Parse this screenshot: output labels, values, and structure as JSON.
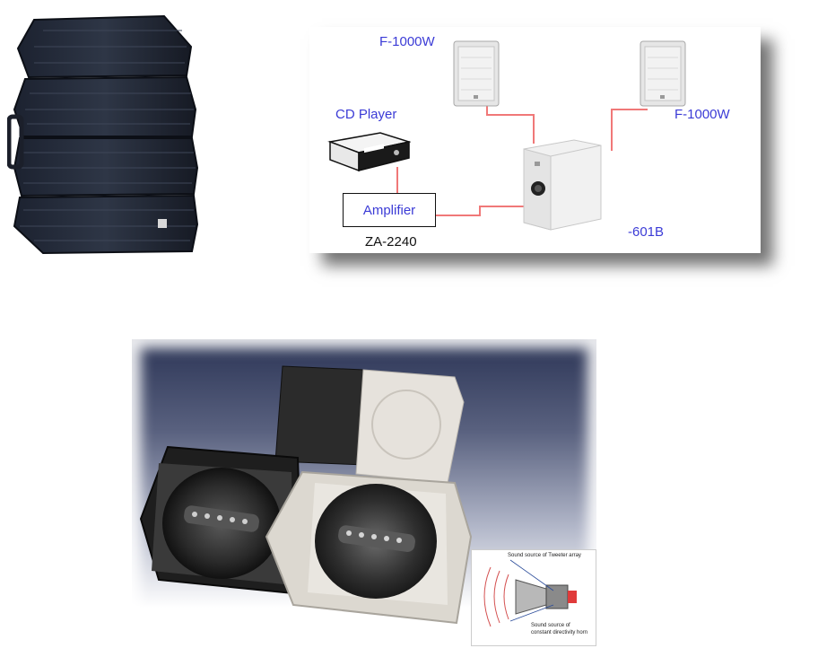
{
  "diagram": {
    "speaker_left_label": "F-1000W",
    "speaker_right_label": "F-1000W",
    "cd_player_label": "CD Player",
    "amplifier_label": "Amplifier",
    "amplifier_model": "ZA-2240",
    "subwoofer_label": "-601B",
    "wire_color": "#f08080",
    "label_color": "#3b3bd6"
  },
  "inset": {
    "tweeter_note": "Sound source of Tweeter array",
    "horn_note_line1": "Sound source of",
    "horn_note_line2": "constant directivity horn"
  },
  "icons": [
    "line-array-speaker-image",
    "wall-speaker-icon",
    "cd-player-icon",
    "subwoofer-icon",
    "coaxial-speaker-photo",
    "horn-cross-section-diagram"
  ]
}
